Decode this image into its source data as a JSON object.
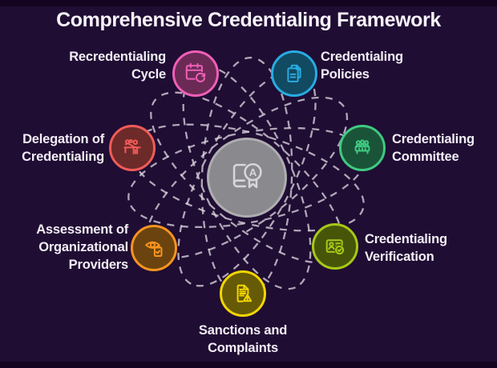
{
  "title": "Comprehensive Credentialing Framework",
  "center": {
    "icon": "certificate-book-icon",
    "letter": "A",
    "fill": "#8a898d",
    "border": "#aeadb1"
  },
  "colors": {
    "background": "#200d33",
    "orbit_dash": "#d8d3de",
    "text": "#f2eef7"
  },
  "nodes": [
    {
      "id": "recredentialing-cycle",
      "label": "Recredentialing Cycle",
      "color": "#ee5fb7",
      "fill": "#6b2a55",
      "icon": "calendar-refresh-icon"
    },
    {
      "id": "credentialing-policies",
      "label": "Credentialing Policies",
      "color": "#29abe2",
      "fill": "#114a61",
      "icon": "documents-icon"
    },
    {
      "id": "credentialing-committee",
      "label": "Credentialing Committee",
      "color": "#3fca81",
      "fill": "#1a5438",
      "icon": "committee-table-icon"
    },
    {
      "id": "credentialing-verification",
      "label": "Credentialing Verification",
      "color": "#a6c916",
      "fill": "#475509",
      "icon": "id-card-check-icon"
    },
    {
      "id": "sanctions-and-complaints",
      "label": "Sanctions and Complaints",
      "color": "#f2d600",
      "fill": "#665a06",
      "icon": "document-warning-icon"
    },
    {
      "id": "assessment-of-providers",
      "label": "Assessment of Organizational Providers",
      "color": "#f7941e",
      "fill": "#6b430f",
      "icon": "eye-clipboard-icon"
    },
    {
      "id": "delegation-of-credentialing",
      "label": "Delegation of Credentialing",
      "color": "#f15b58",
      "fill": "#6c2a29",
      "icon": "delegation-icon"
    }
  ]
}
